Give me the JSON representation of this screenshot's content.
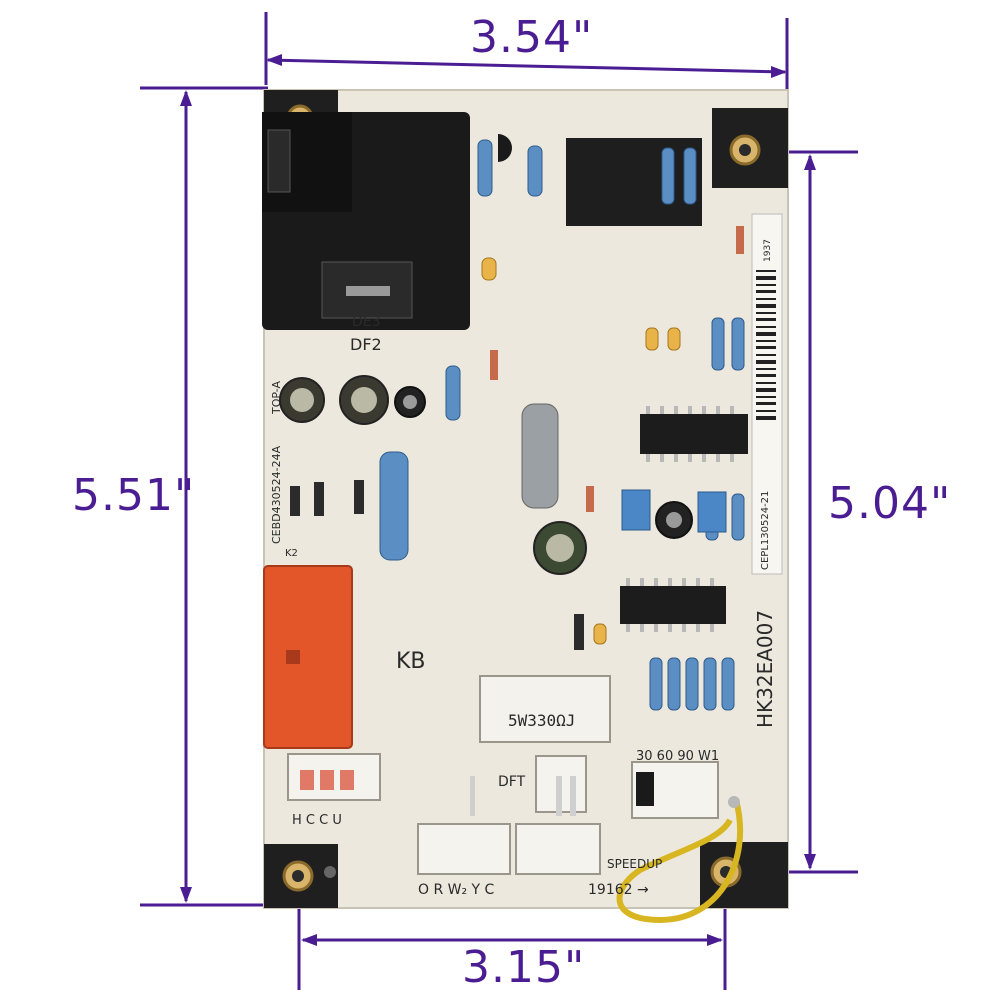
{
  "dimensions": {
    "top_width": "3.54\"",
    "left_height": "5.51\"",
    "right_height": "5.04\"",
    "bottom_width": "3.15\""
  },
  "board": {
    "part_number": "HK32EA007",
    "model_code": "CEBD430524-24A",
    "model_code_right": "CEPL130524-21",
    "date_code": "1937",
    "lot_code": "19162 →",
    "resistor_r20_marking": "5W330ΩJ",
    "relay_label": "DF2",
    "relay_label_top": "DE3",
    "relay_k2_label": "K2",
    "kb_mark": "KB",
    "top_a": "TOP-A",
    "dft_label": "DFT",
    "speedup_label": "SPEEDUP",
    "jumper_options": "30 60 90  W1",
    "terminals_p2": "H  C  C  U",
    "terminals_p1": "O  R  W₂  Y     C"
  },
  "colors": {
    "dimension": "#4b1d92",
    "board": "#ece8dd",
    "relay_k2": "#e2562a",
    "connector": "#f5f3ee",
    "resistor": "#5b8fc4",
    "capacitor_yellow": "#e8b44a",
    "ic": "#1c1c1c",
    "wire": "#d8b622"
  }
}
